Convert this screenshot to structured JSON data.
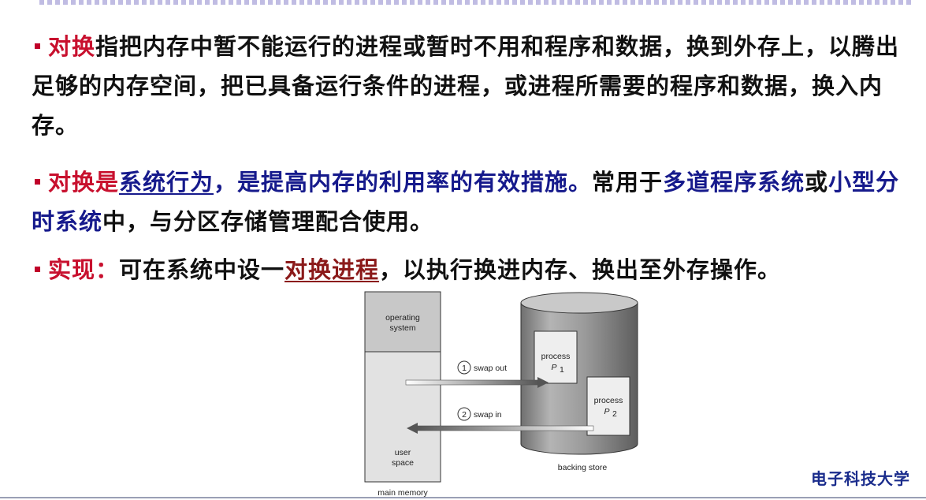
{
  "bullets": [
    {
      "segments": [
        {
          "text": "对换",
          "style": "red"
        },
        {
          "text": "指把内存中暂不能运行的进程或暂时不用和程序和数据，换到外存上，以腾出足够的内存空间，把已具备运行条件的进程，或进程所需要的程序和数据，换入内存。",
          "style": "plain"
        }
      ]
    },
    {
      "segments": [
        {
          "text": "对换是",
          "style": "red"
        },
        {
          "text": "系统行为",
          "style": "navy-underline"
        },
        {
          "text": "，是提高内存的利用率的有效措施。",
          "style": "navy"
        },
        {
          "text": "常用于",
          "style": "plain"
        },
        {
          "text": "多道程序系统",
          "style": "navy"
        },
        {
          "text": "或",
          "style": "plain"
        },
        {
          "text": "小型分时系统",
          "style": "navy"
        },
        {
          "text": "中，与分区存储管理配合使用。",
          "style": "plain"
        }
      ]
    },
    {
      "segments": [
        {
          "text": "实现：",
          "style": "red"
        },
        {
          "text": "可在系统中设一",
          "style": "plain"
        },
        {
          "text": "对换进程",
          "style": "darkred-underline"
        },
        {
          "text": "，以执行换进内存、换出至外存操作。",
          "style": "plain"
        }
      ]
    }
  ],
  "diagram": {
    "os_label_1": "operating",
    "os_label_2": "system",
    "user_label_1": "user",
    "user_label_2": "space",
    "main_memory": "main memory",
    "backing_store": "backing store",
    "step1_num": "1",
    "step1_label": "swap out",
    "step2_num": "2",
    "step2_label": "swap in",
    "p1_label": "process",
    "p1_name": "P",
    "p1_sub": "1",
    "p2_label": "process",
    "p2_name": "P",
    "p2_sub": "2"
  },
  "footer": {
    "university": "电子科技大学"
  },
  "colors": {
    "red": "#c8102e",
    "navy": "#161a8c",
    "darkred": "#8b1a1a",
    "bullet": "#c0002a"
  }
}
